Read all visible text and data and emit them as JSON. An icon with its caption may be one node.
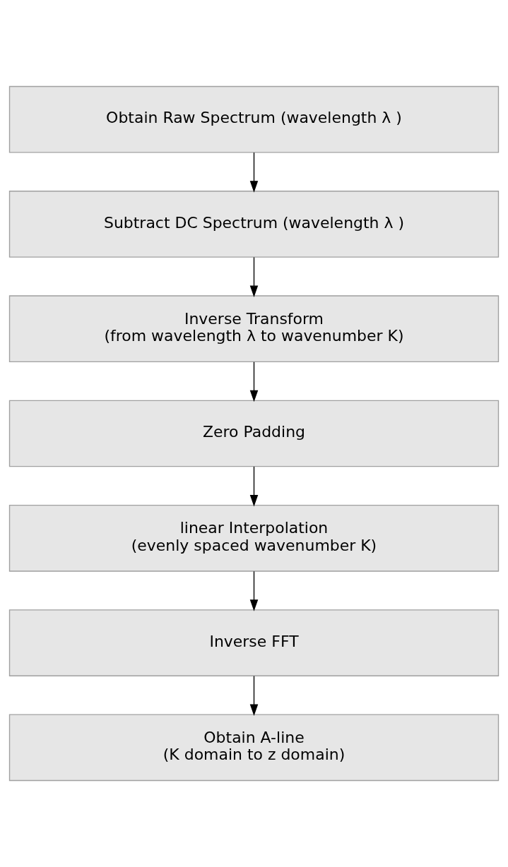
{
  "diagram": {
    "nodes": [
      {
        "text": [
          "Obtain Raw Spectrum (wavelength λ )"
        ]
      },
      {
        "text": [
          "Subtract DC Spectrum (wavelength λ )"
        ]
      },
      {
        "text": [
          "Inverse Transform",
          "(from wavelength λ to wavenumber K)"
        ]
      },
      {
        "text": [
          "Zero Padding"
        ]
      },
      {
        "text": [
          "linear Interpolation",
          "(evenly spaced wavenumber K)"
        ]
      },
      {
        "text": [
          "Inverse FFT"
        ]
      },
      {
        "text": [
          "Obtain A-line",
          "(K domain to z domain)"
        ]
      }
    ],
    "edges": [
      {
        "from": 0,
        "to": 1,
        "arrow": "to"
      },
      {
        "from": 1,
        "to": 2,
        "arrow": "to"
      },
      {
        "from": 2,
        "to": 3,
        "arrow": "to"
      },
      {
        "from": 3,
        "to": 4,
        "arrow": "to"
      },
      {
        "from": 4,
        "to": 5,
        "arrow": "to"
      },
      {
        "from": 5,
        "to": 6,
        "arrow": "to"
      }
    ]
  }
}
